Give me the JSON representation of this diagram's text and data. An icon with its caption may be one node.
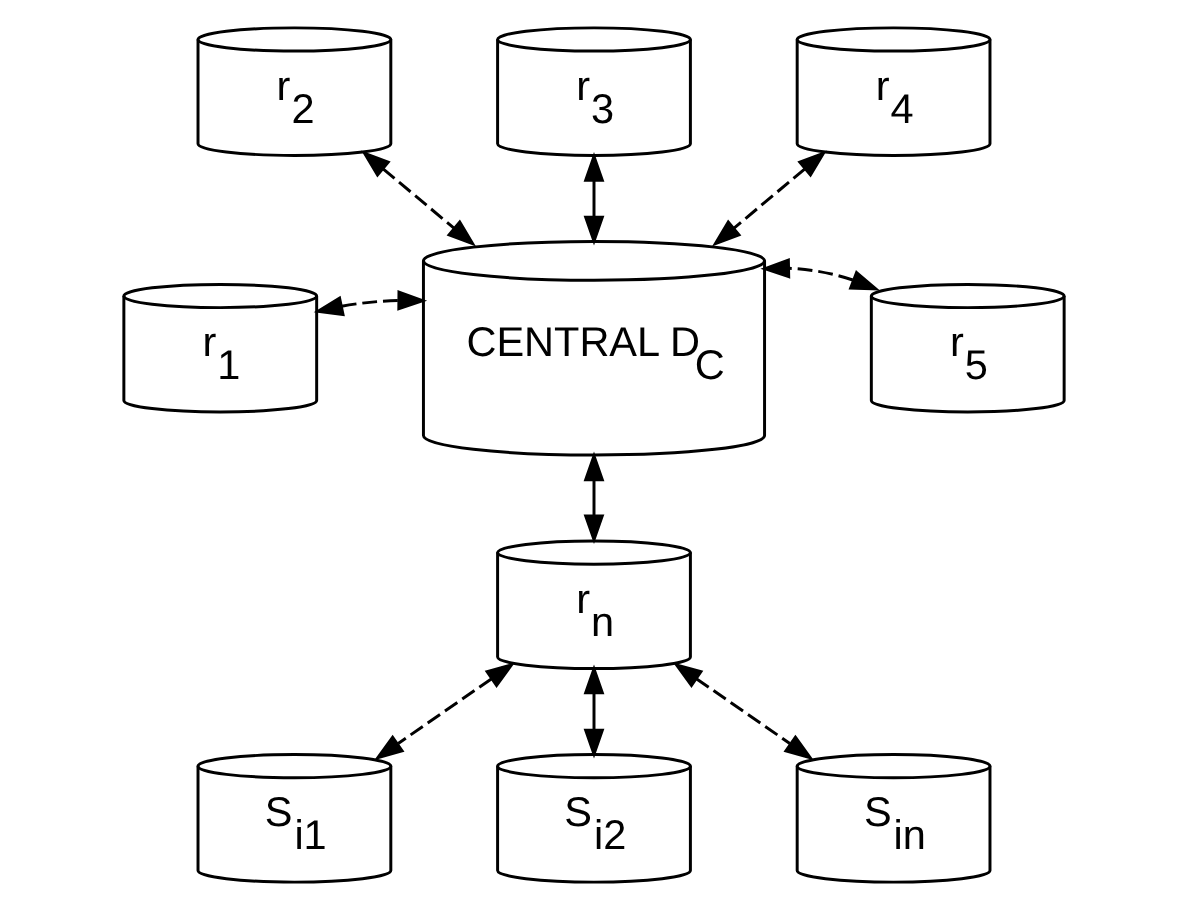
{
  "diagram": {
    "nodes": [
      {
        "text": [
          "r$_{3}$"
        ]
      },
      {
        "text": [
          "r$_{2}$"
        ]
      },
      {
        "text": [
          "r$_{4}$"
        ]
      },
      {
        "text": [
          "r$_{1}$"
        ]
      },
      {
        "text": [
          "CENTRAL D$_{C}$"
        ]
      },
      {
        "text": [
          "r$_{5}$"
        ]
      },
      {
        "text": [
          "r$_{n}$"
        ]
      },
      {
        "text": [
          "S$_{i1}$"
        ]
      },
      {
        "text": [
          "S$_{i2}$"
        ]
      },
      {
        "text": [
          "S$_{in}$"
        ]
      }
    ],
    "edges": [
      {
        "from": 1,
        "to": 4,
        "arrow": "both",
        "style": "dashed"
      },
      {
        "from": 0,
        "to": 4,
        "arrow": "both"
      },
      {
        "from": 2,
        "to": 4,
        "arrow": "both",
        "style": "dashed"
      },
      {
        "from": 3,
        "to": 4,
        "arrow": "both",
        "style": "dashed"
      },
      {
        "from": 5,
        "to": 4,
        "arrow": "both",
        "style": "dashed"
      },
      {
        "from": 4,
        "to": 6,
        "arrow": "both"
      },
      {
        "from": 7,
        "to": 6,
        "arrow": "both",
        "style": "dashed"
      },
      {
        "from": 6,
        "to": 8,
        "arrow": "both"
      },
      {
        "from": 9,
        "to": 6,
        "arrow": "both",
        "style": "dashed"
      }
    ]
  }
}
